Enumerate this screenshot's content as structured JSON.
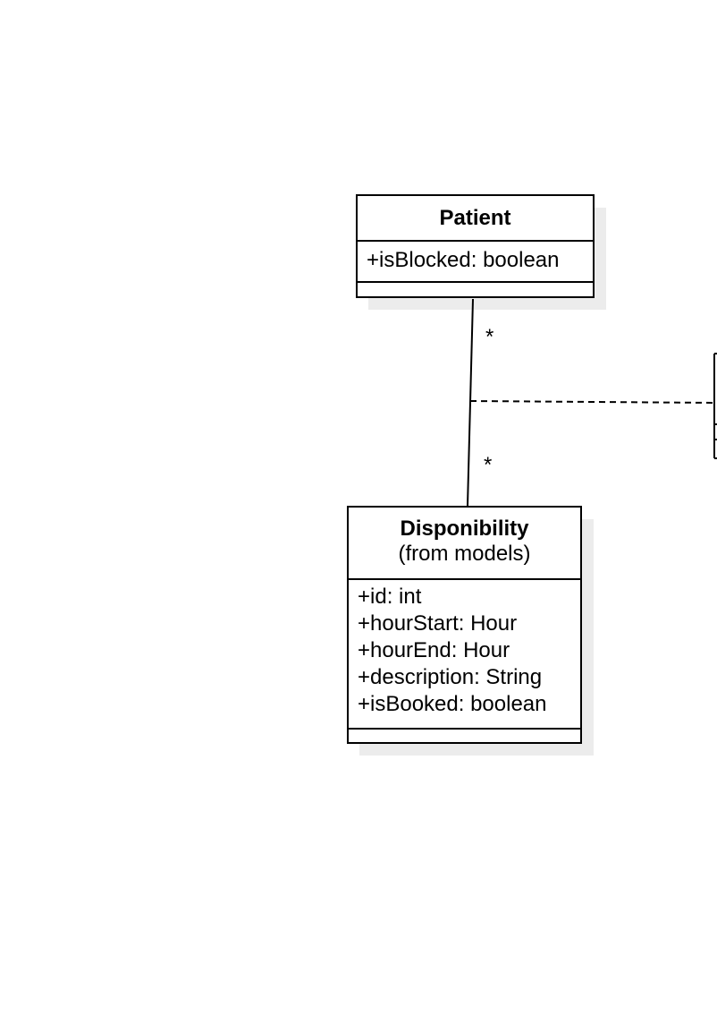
{
  "classes": {
    "patient": {
      "name": "Patient",
      "attributes": [
        "+isBlocked: boolean"
      ]
    },
    "disponibility": {
      "name": "Disponibility",
      "subtitle": "(from models)",
      "attributes": [
        "+id: int",
        "+hourStart: Hour",
        "+hourEnd: Hour",
        "+description: String",
        "+isBooked: boolean"
      ]
    }
  },
  "association": {
    "multiplicity_top": "*",
    "multiplicity_bottom": "*"
  },
  "colors": {
    "line": "#000000",
    "shadow": "#ececec",
    "fill": "#ffffff"
  }
}
